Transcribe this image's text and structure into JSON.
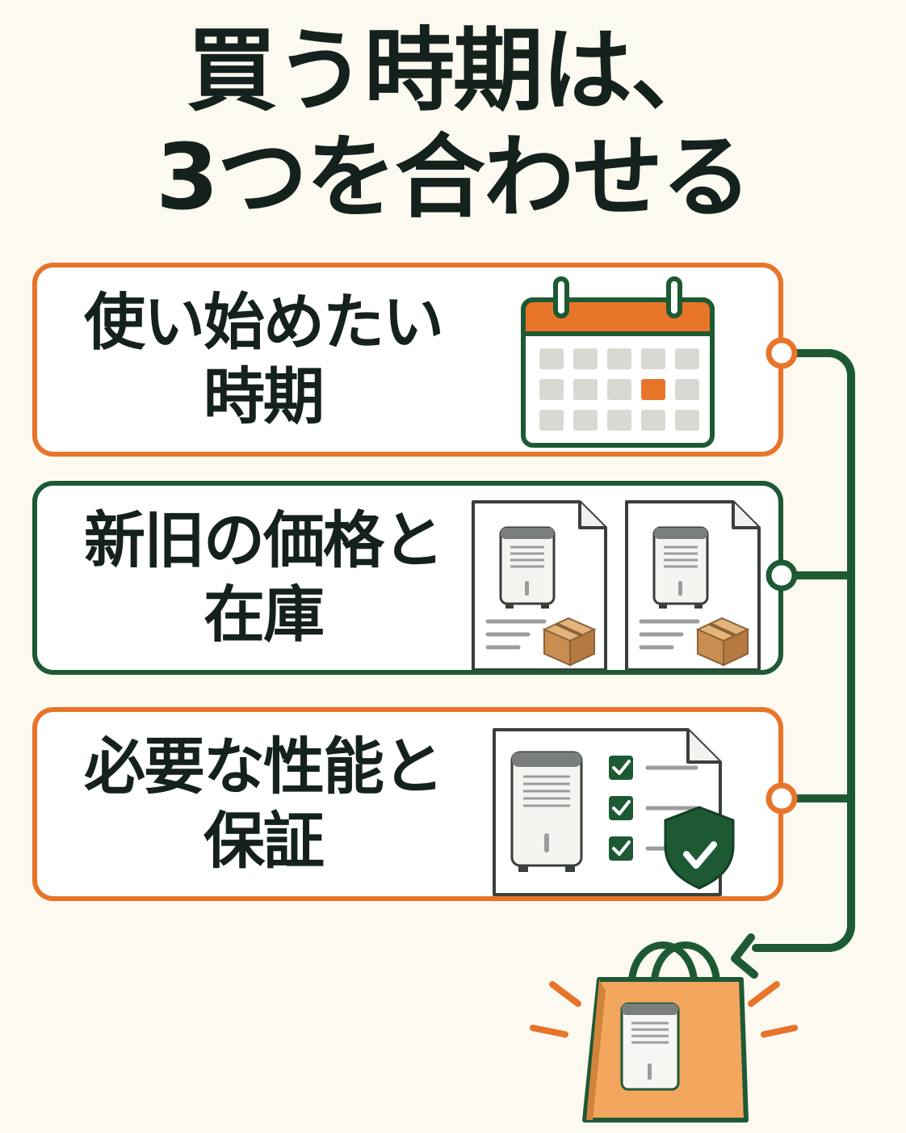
{
  "title": {
    "line1": "買う時期は、",
    "line2": "3つを合わせる"
  },
  "cards": [
    {
      "line1": "使い始めたい",
      "line2": "時期",
      "icon": "calendar-icon",
      "accent": "#e8742a"
    },
    {
      "line1": "新旧の価格と",
      "line2": "在庫",
      "icon": "product-sheet-icon",
      "accent": "#1d5a34"
    },
    {
      "line1": "必要な性能と",
      "line2": "保証",
      "icon": "checklist-shield-icon",
      "accent": "#e8742a"
    }
  ],
  "colors": {
    "orange": "#e8742a",
    "green": "#1d5a34",
    "dark": "#15211d",
    "background": "#fbf9f0"
  },
  "result_icon": "shopping-bag-icon"
}
